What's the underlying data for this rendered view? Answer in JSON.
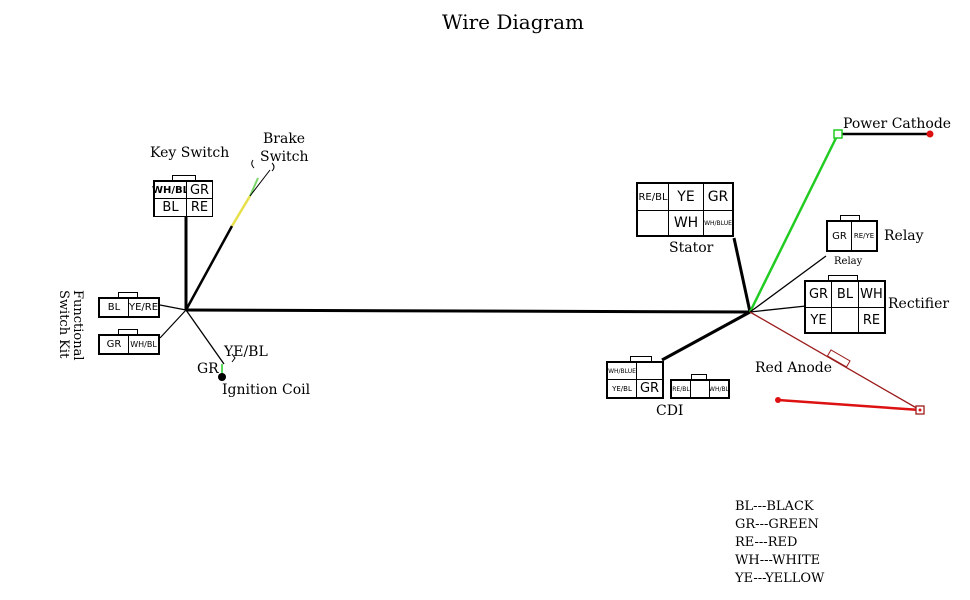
{
  "title": "Wire Diagram",
  "labels": {
    "key_switch": "Key Switch",
    "brake_switch_1": "Brake",
    "brake_switch_2": "Switch",
    "functional_switch_1": "Functional",
    "functional_switch_2": "Switch Kit",
    "ignition_coil": "Ignition Coil",
    "ignition_gr": "GR",
    "ignition_yebl": "YE/BL",
    "stator": "Stator",
    "cdi": "CDI",
    "relay": "Relay",
    "relay_small": "Relay",
    "rectifier": "Rectifier",
    "power_cathode": "Power Cathode",
    "red_anode": "Red Anode"
  },
  "connectors": {
    "key_switch": [
      "WH/BL",
      "GR",
      "BL",
      "RE"
    ],
    "func_top": [
      "BL",
      "YE/RE"
    ],
    "func_bottom": [
      "GR",
      "WH/BL"
    ],
    "stator": [
      "RE/BL",
      "YE",
      "GR",
      "WH",
      "WH/BLUE"
    ],
    "cdi_left": [
      "WH/BLUE",
      "YE/BL",
      "GR"
    ],
    "cdi_right": [
      "RE/BL",
      "WH/BL"
    ],
    "relay": [
      "GR",
      "RE/YE"
    ],
    "rectifier": [
      "GR",
      "BL",
      "WH",
      "YE",
      "RE"
    ]
  },
  "legend": [
    "BL---BLACK",
    "GR---GREEN",
    "RE---RED",
    "WH---WHITE",
    "YE---YELLOW"
  ],
  "colors": {
    "wire_black": "#000000",
    "wire_green": "#22cc22",
    "wire_red": "#dd1111",
    "wire_darkred": "#9b1c1c",
    "wire_yellow": "#e8e04a"
  }
}
